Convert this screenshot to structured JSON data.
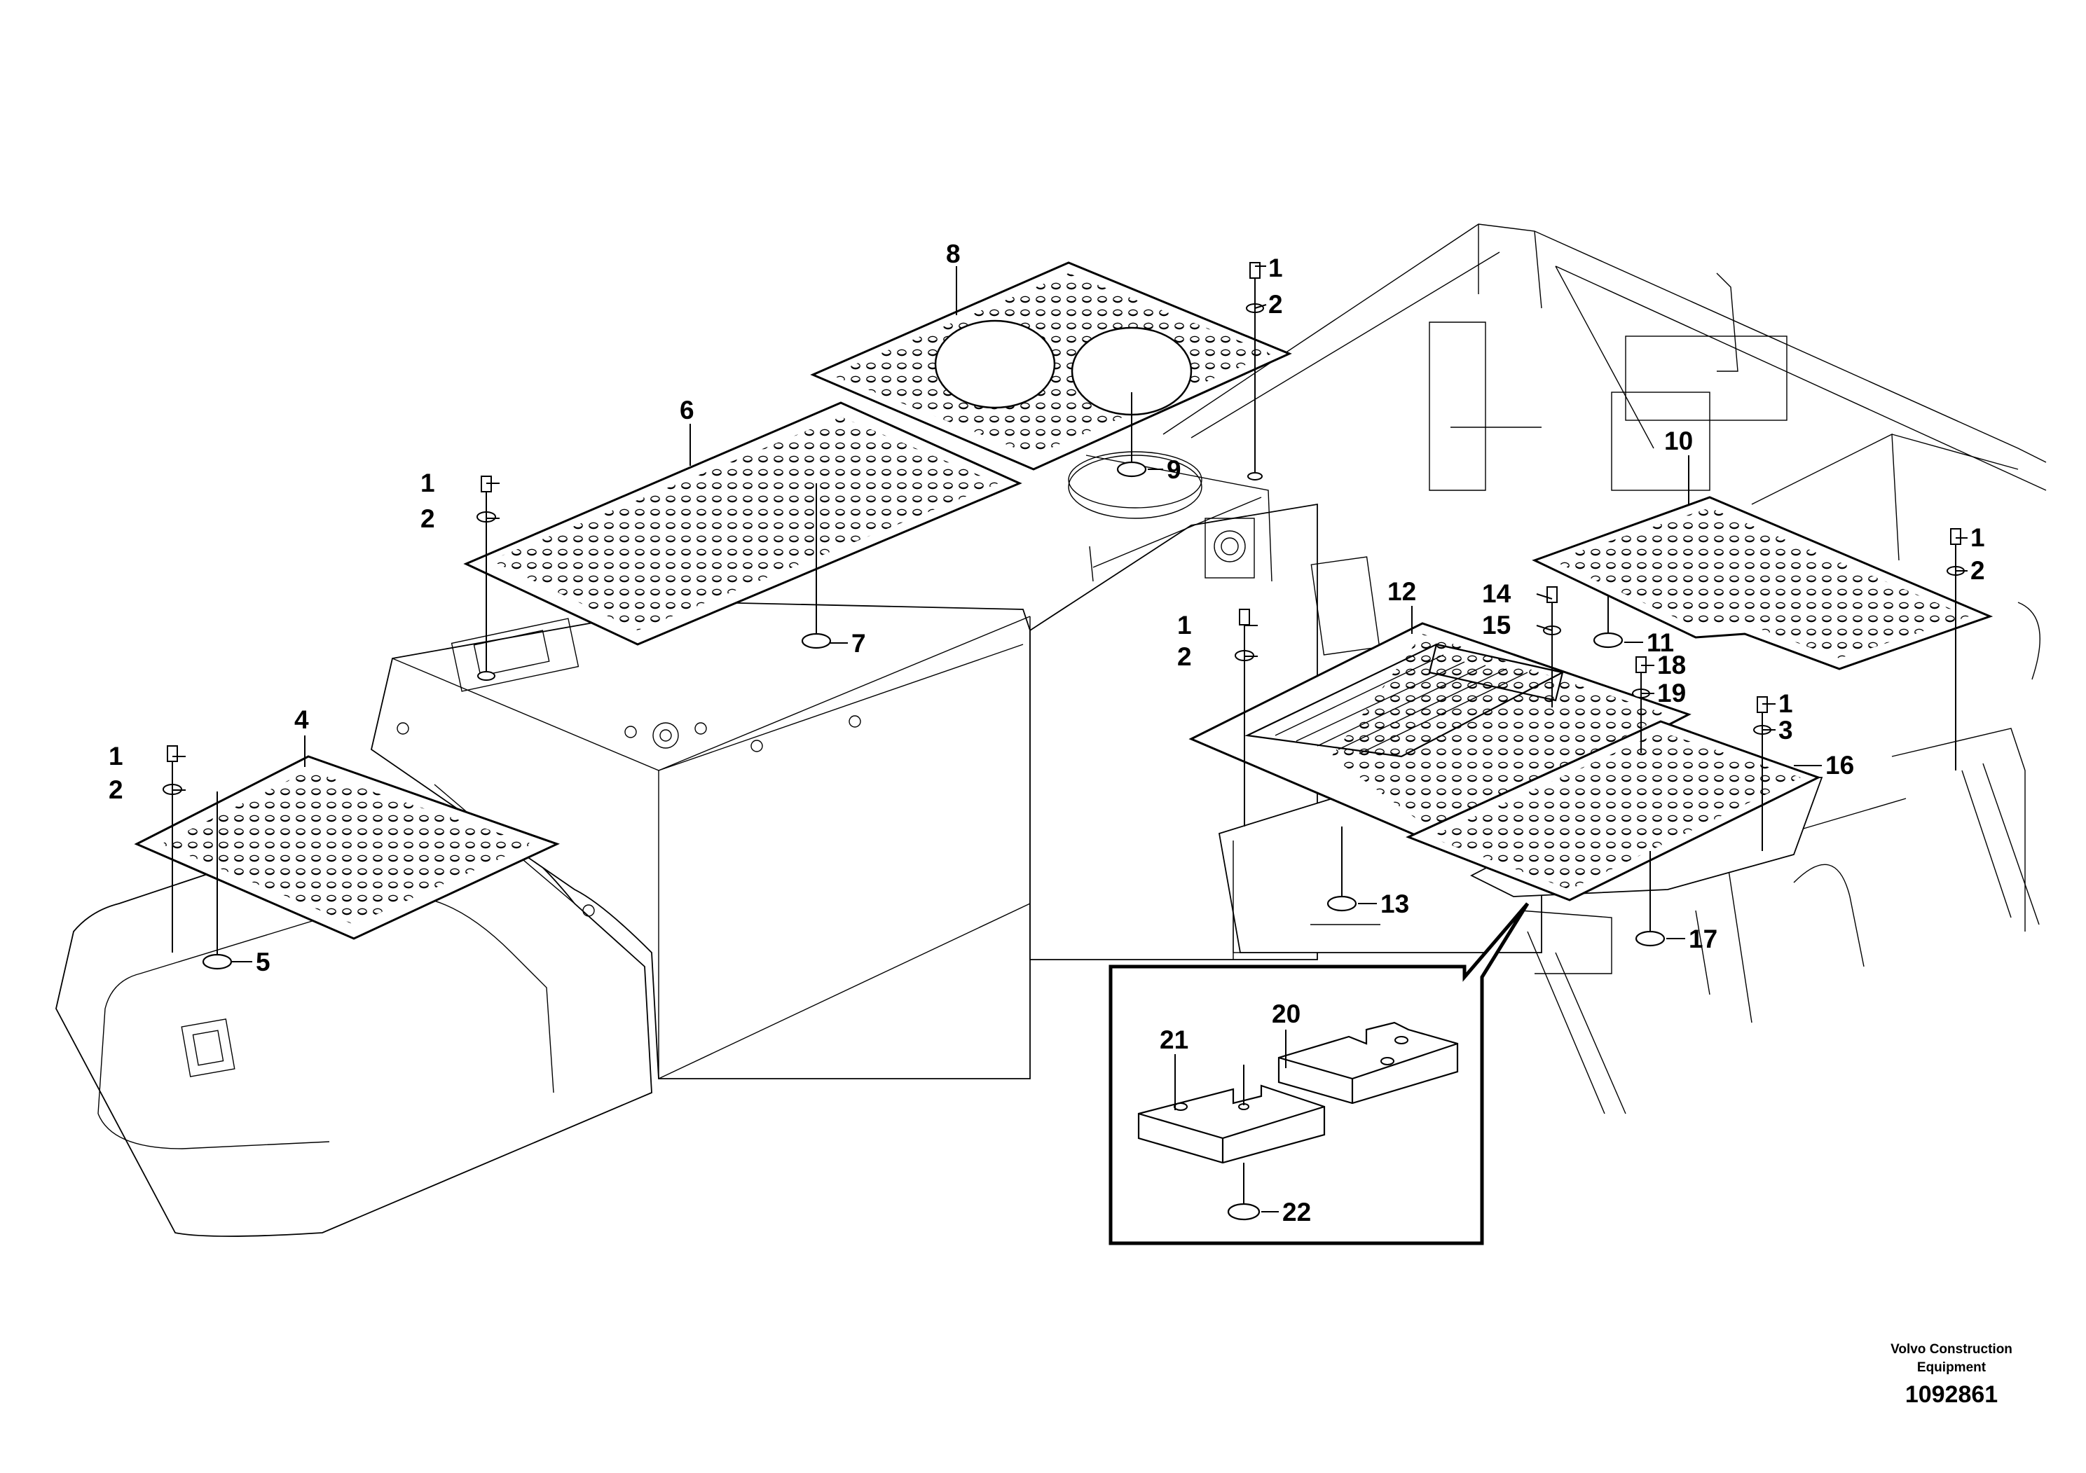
{
  "diagram": {
    "type": "exploded-parts-diagram",
    "callouts": [
      {
        "id": "c8",
        "label": "8"
      },
      {
        "id": "c1a",
        "label": "1"
      },
      {
        "id": "c2a",
        "label": "2"
      },
      {
        "id": "c6",
        "label": "6"
      },
      {
        "id": "c9",
        "label": "9"
      },
      {
        "id": "c1b",
        "label": "1"
      },
      {
        "id": "c2b",
        "label": "2"
      },
      {
        "id": "c7",
        "label": "7"
      },
      {
        "id": "c10",
        "label": "10"
      },
      {
        "id": "c1c",
        "label": "1"
      },
      {
        "id": "c2c",
        "label": "2"
      },
      {
        "id": "c12",
        "label": "12"
      },
      {
        "id": "c14",
        "label": "14"
      },
      {
        "id": "c15",
        "label": "15"
      },
      {
        "id": "c11",
        "label": "11"
      },
      {
        "id": "c1d",
        "label": "1"
      },
      {
        "id": "c2d",
        "label": "2"
      },
      {
        "id": "c18",
        "label": "18"
      },
      {
        "id": "c19",
        "label": "19"
      },
      {
        "id": "c1e",
        "label": "1"
      },
      {
        "id": "c3",
        "label": "3"
      },
      {
        "id": "c16",
        "label": "16"
      },
      {
        "id": "c4",
        "label": "4"
      },
      {
        "id": "c1f",
        "label": "1"
      },
      {
        "id": "c2f",
        "label": "2"
      },
      {
        "id": "c5",
        "label": "5"
      },
      {
        "id": "c13",
        "label": "13"
      },
      {
        "id": "c17",
        "label": "17"
      },
      {
        "id": "c20",
        "label": "20"
      },
      {
        "id": "c21",
        "label": "21"
      },
      {
        "id": "c22",
        "label": "22"
      }
    ]
  },
  "footer": {
    "vendor_line1": "Volvo Construction",
    "vendor_line2": "Equipment",
    "diagram_number": "1092861"
  }
}
